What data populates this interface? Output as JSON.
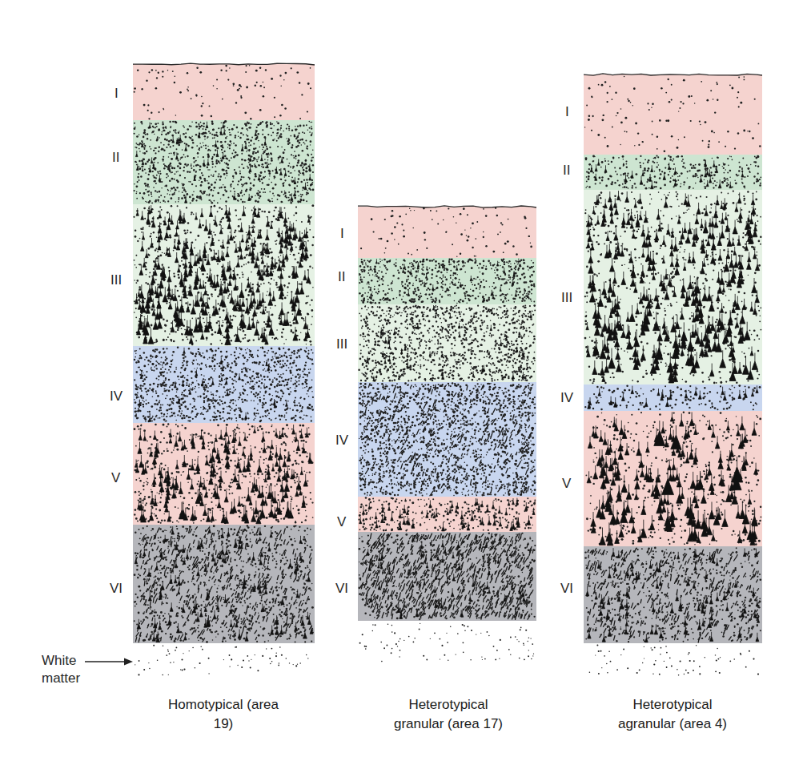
{
  "diagram": {
    "labels": [
      "I",
      "II",
      "III",
      "IV",
      "V",
      "VI",
      "I",
      "II",
      "III",
      "IV",
      "V",
      "VI",
      "I",
      "II",
      "III",
      "IV",
      "V",
      "VI",
      "White matter",
      "Homotypical (area 19)",
      "Heterotypical granular (area 17)",
      "Heterotypical agranular (area 4)"
    ]
  }
}
